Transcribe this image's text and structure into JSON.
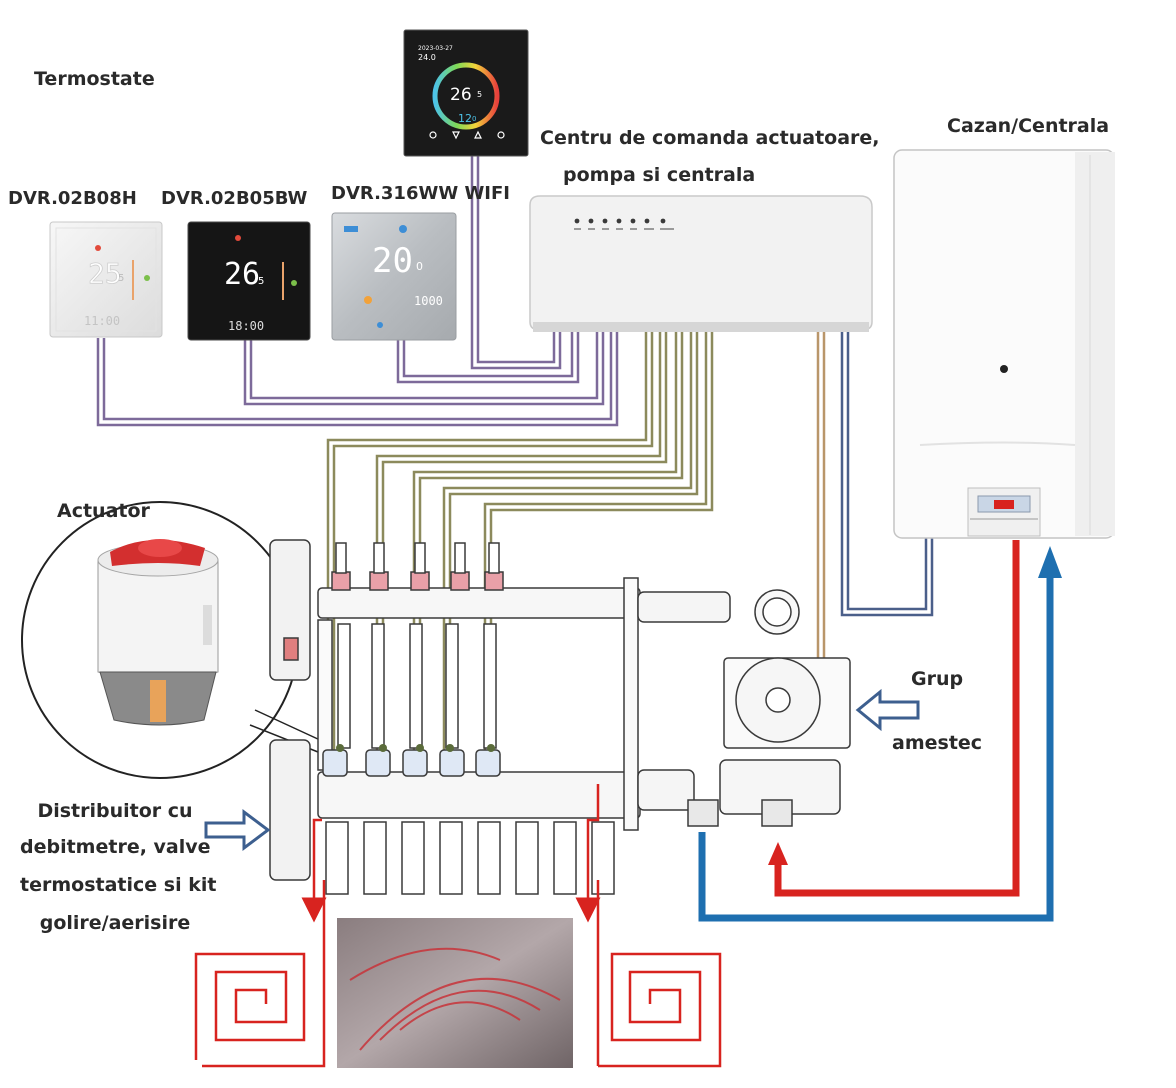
{
  "labels": {
    "termostate": "Termostate",
    "centru_line1": "Centru de comanda actuatoare,",
    "centru_line2": "pompa si centrala",
    "cazan": "Cazan/Centrala",
    "actuator": "Actuator",
    "grup": "Grup",
    "amestec": "amestec",
    "distribuitor": [
      "Distribuitor cu",
      "debitmetre, valve",
      "termostatice si kit",
      "golire/aerisire"
    ]
  },
  "thermostats": [
    {
      "model": "DVR.02B08H",
      "display_temp": "25",
      "display_decimal": "5",
      "display_time": "11:00",
      "finish": "white"
    },
    {
      "model": "DVR.02B05BW",
      "display_temp": "26",
      "display_decimal": "5",
      "display_time": "18:00",
      "finish": "black"
    },
    {
      "model": "DVR.316WW WIFI",
      "display_temp": "20",
      "display_decimal": "0",
      "display_time": "1000",
      "finish": "silver"
    }
  ],
  "wifi_thermostat": {
    "temp_main": "26",
    "temp_main_decimal": "5",
    "temp_set": "12",
    "temp_set_decimal": "0",
    "status_date": "2023-03-27",
    "status_time": "24.0"
  },
  "colors": {
    "wire_purple": "#7d6a9a",
    "wire_olive": "#8c8a5c",
    "wire_tan": "#b9966a",
    "wire_blue": "#4b5f8a",
    "hot_pipe": "#d8231f",
    "cold_pipe": "#1e6fb0",
    "arrow_outline": "#3d5f8f"
  },
  "icons": [
    "thermostat-white-icon",
    "thermostat-black-icon",
    "thermostat-silver-icon",
    "wifi-thermostat-icon",
    "control-box-icon",
    "boiler-icon",
    "actuator-icon",
    "manifold-icon",
    "pump-icon",
    "floor-heating-loop-icon"
  ]
}
